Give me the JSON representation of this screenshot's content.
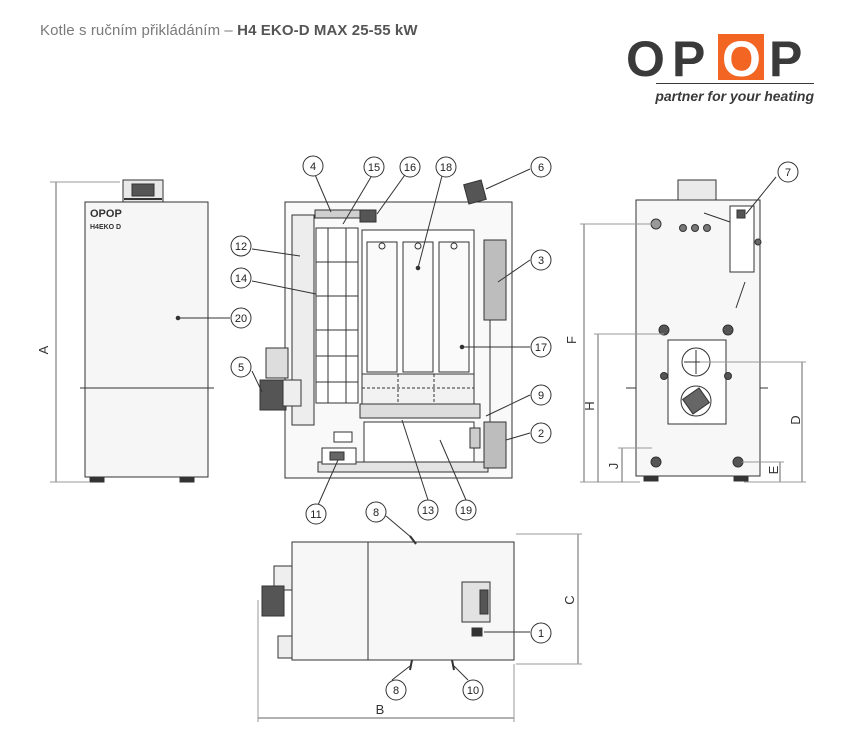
{
  "header": {
    "title_prefix": "Kotle s ručním přikládáním – ",
    "title_model": "H4 EKO-D MAX 25-55 kW"
  },
  "logo": {
    "letters": [
      "O",
      "P",
      "O",
      "P"
    ],
    "tagline": "partner for your heating",
    "accent_color": "#f26522",
    "text_color": "#3a3a3a"
  },
  "front_view": {
    "badge_brand": "OPOP",
    "badge_model": "H4EKO D"
  },
  "callouts": [
    "1",
    "2",
    "3",
    "4",
    "5",
    "6",
    "7",
    "8",
    "8",
    "9",
    "10",
    "11",
    "12",
    "13",
    "14",
    "15",
    "16",
    "17",
    "18",
    "19",
    "20"
  ],
  "dimensions": {
    "A": "A",
    "B": "B",
    "C": "C",
    "D": "D",
    "E": "E",
    "F": "F",
    "H": "H",
    "J": "J"
  }
}
